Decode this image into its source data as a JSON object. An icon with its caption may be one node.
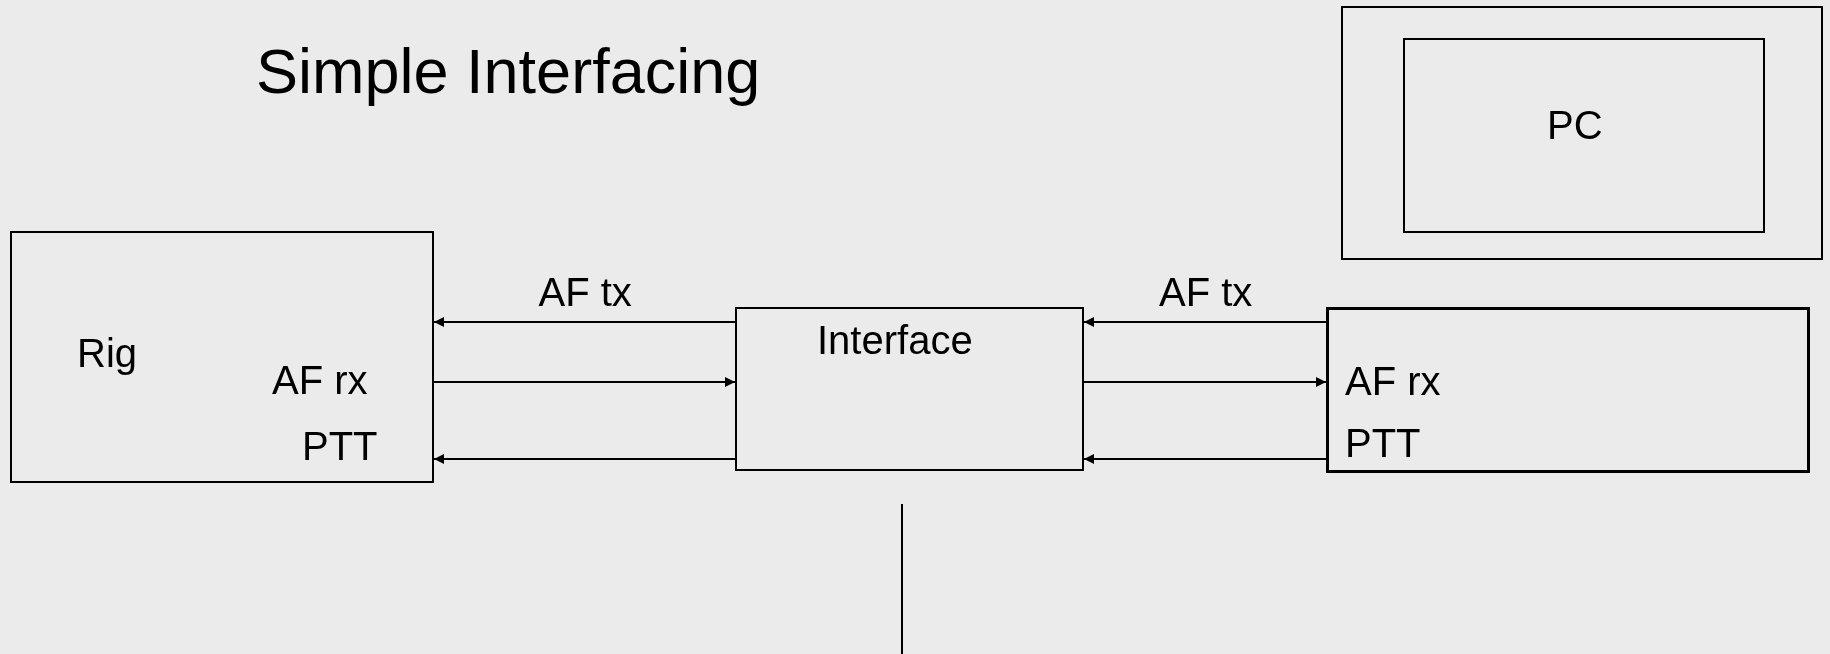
{
  "diagram": {
    "title": "Simple Interfacing",
    "nodes": [
      {
        "text": [],
        "shape": "box"
      },
      {
        "text": [
          "PC"
        ],
        "in": 0
      },
      {
        "text": [
          "Rig",
          "AF rx",
          "PTT"
        ]
      },
      {
        "text": [
          "Interface"
        ]
      },
      {
        "text": [
          "AF rx",
          "PTT"
        ]
      }
    ],
    "edges": [
      {
        "from": 3,
        "to": 2,
        "arrow": "to",
        "label": "AF tx"
      },
      {
        "from": 2,
        "to": 3,
        "arrow": "to"
      },
      {
        "from": 3,
        "to": 2,
        "arrow": "to"
      },
      {
        "from": 4,
        "to": 3,
        "arrow": "to",
        "label": "AF tx"
      },
      {
        "from": 3,
        "to": 4,
        "arrow": "to"
      },
      {
        "from": 4,
        "to": 3,
        "arrow": "to"
      }
    ]
  }
}
